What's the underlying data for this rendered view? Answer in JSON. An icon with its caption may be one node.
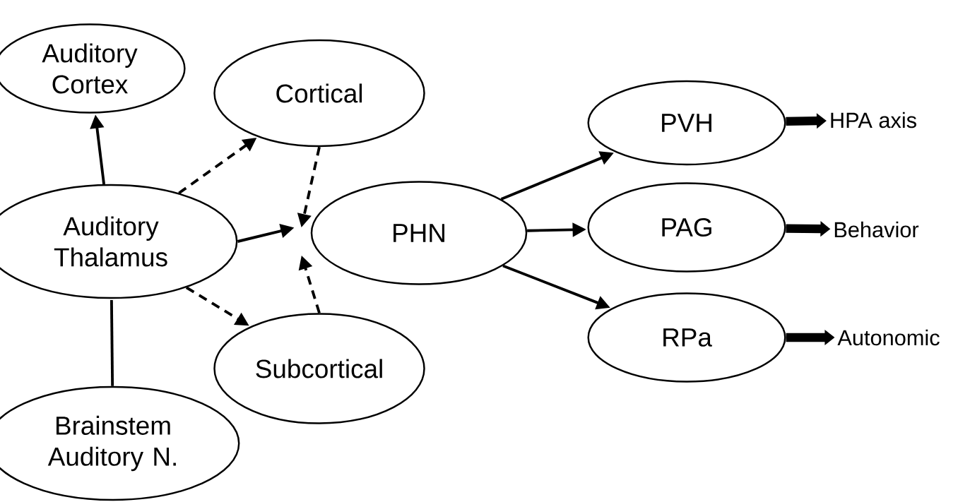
{
  "diagram": {
    "nodes": [
      {
        "text": [
          "Auditory Cortex"
        ]
      },
      {
        "text": [
          "Cortical"
        ]
      },
      {
        "text": [
          "Auditory Thalamus"
        ]
      },
      {
        "text": [
          "PHN"
        ]
      },
      {
        "text": [
          "Subcortical"
        ]
      },
      {
        "text": [
          "Brainstem Auditory N."
        ]
      },
      {
        "text": [
          "PVH"
        ]
      },
      {
        "text": [
          "HPA axis"
        ]
      },
      {
        "text": [
          "PAG"
        ]
      },
      {
        "text": [
          "Behavior"
        ]
      },
      {
        "text": [
          "RPa"
        ]
      },
      {
        "text": [
          "Autonomic"
        ]
      }
    ],
    "edges": [
      {
        "from": 2,
        "to": 0,
        "arrow": "to"
      },
      {
        "from": 2,
        "to": 1,
        "arrow": "to",
        "style": "dashed"
      },
      {
        "from": 2,
        "to": 3,
        "arrow": "to"
      },
      {
        "from": 2,
        "to": 4,
        "arrow": "to",
        "style": "dashed"
      },
      {
        "from": 5,
        "to": 2,
        "arrow": "none"
      },
      {
        "from": 1,
        "to": 3,
        "arrow": "to",
        "style": "dashed"
      },
      {
        "from": 4,
        "to": 3,
        "arrow": "to",
        "style": "dashed"
      },
      {
        "from": 3,
        "to": 6,
        "arrow": "to"
      },
      {
        "from": 3,
        "to": 8,
        "arrow": "to"
      },
      {
        "from": 3,
        "to": 10,
        "arrow": "to"
      },
      {
        "from": 6,
        "to": 7,
        "arrow": "to",
        "style": "thick"
      },
      {
        "from": 8,
        "to": 9,
        "arrow": "to",
        "style": "thick"
      },
      {
        "from": 10,
        "to": 11,
        "arrow": "to",
        "style": "thick"
      }
    ]
  }
}
